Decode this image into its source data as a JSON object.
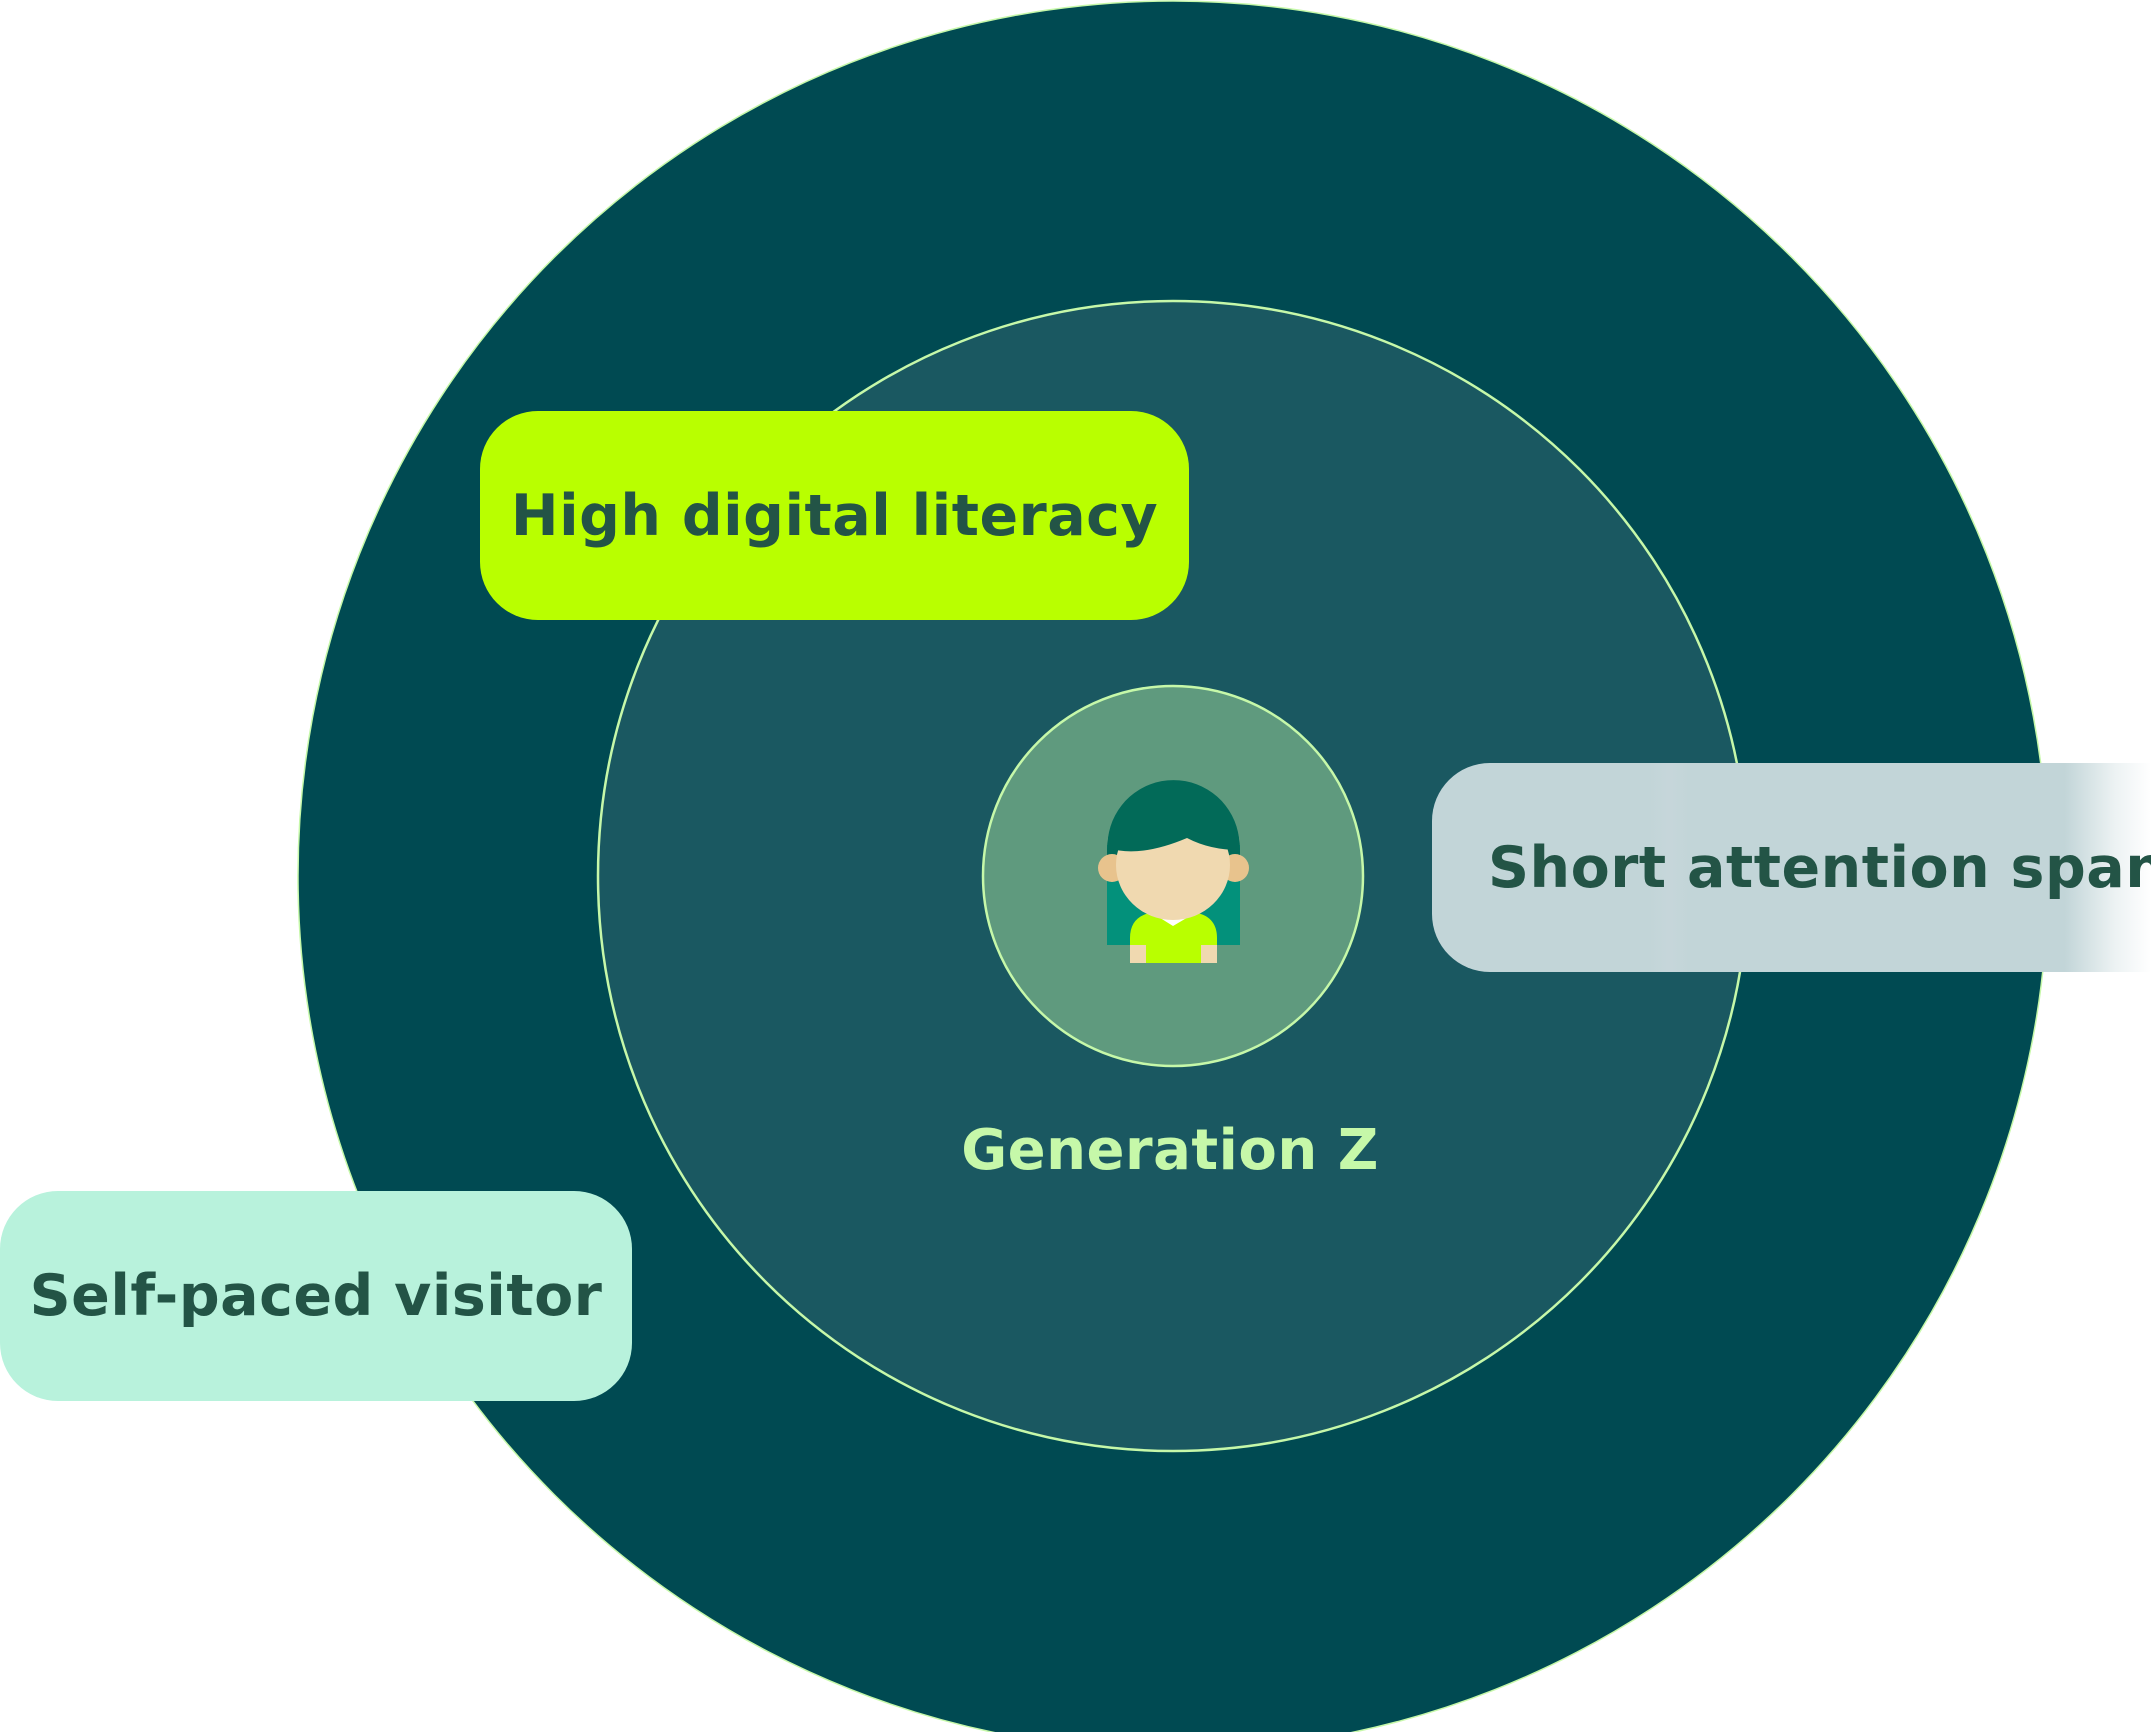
{
  "diagram": {
    "center_label": "Generation Z",
    "center_icon": "person-avatar-icon",
    "traits": [
      {
        "label": "High digital literacy",
        "color": "#b9ff00"
      },
      {
        "label": "Short attention span",
        "color": "#c2d5d8"
      },
      {
        "label": "Self-paced visitor",
        "color": "#b8f2dc"
      }
    ],
    "colors": {
      "outer_ring": "#004a52",
      "middle_ring": "#1a5861",
      "inner_core": "#5f9a7e",
      "ring_stroke": "#c6f8a9",
      "label_text": "#235446",
      "center_text": "#c6f8a9"
    }
  }
}
